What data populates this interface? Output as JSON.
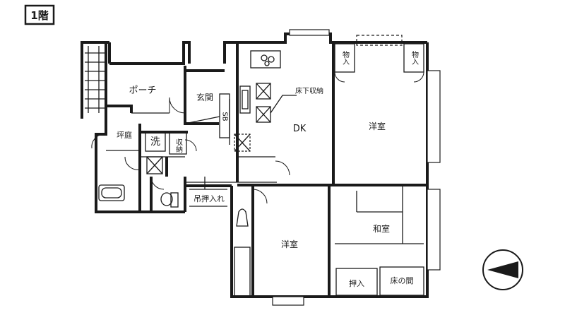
{
  "floor_badge": "1階",
  "rooms": {
    "porch": "ポーチ",
    "entrance": "玄関",
    "shoe_box": "SB",
    "courtyard": "坪庭",
    "wash": "洗",
    "storage": "収納",
    "dk": "DK",
    "underfloor_storage": "床下収納",
    "western_room_east": "洋室",
    "western_room_south": "洋室",
    "japanese_room": "和室",
    "closet_left": "物入",
    "closet_right": "物入",
    "hanging_closet": "吊押入れ",
    "oshiire": "押入",
    "tokonoma": "床の間"
  },
  "north_arrow_icon": "north-arrow-icon"
}
